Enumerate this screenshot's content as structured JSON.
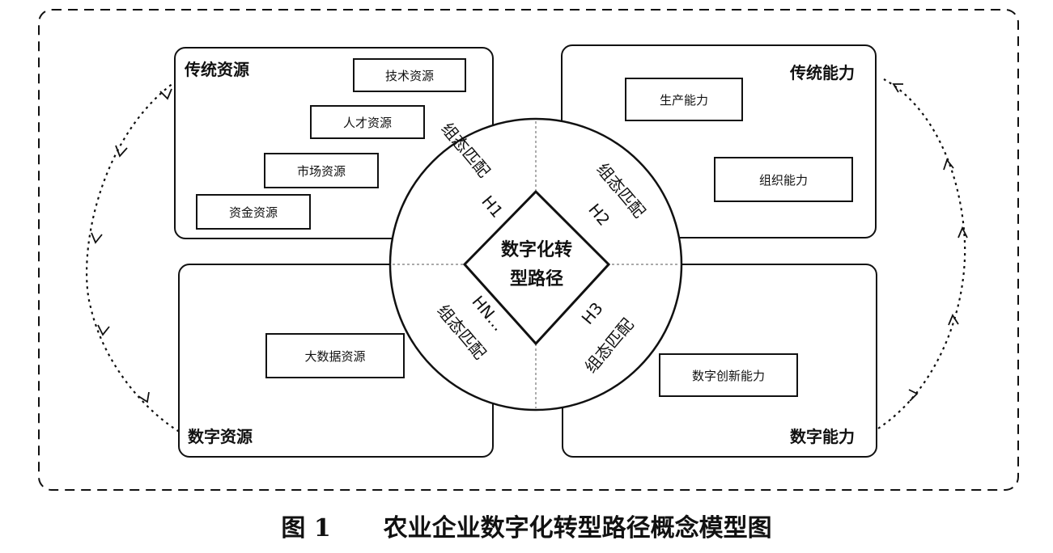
{
  "quadrants": {
    "traditional_resources": {
      "title": "传统资源",
      "items": [
        "技术资源",
        "人才资源",
        "市场资源",
        "资金资源"
      ]
    },
    "traditional_capabilities": {
      "title": "传统能力",
      "items": [
        "生产能力",
        "组织能力"
      ]
    },
    "digital_resources": {
      "title": "数字资源",
      "items": [
        "大数据资源"
      ]
    },
    "digital_capabilities": {
      "title": "数字能力",
      "items": [
        "数字创新能力"
      ]
    }
  },
  "circle": {
    "match_label": "组态匹配",
    "hypotheses": [
      "H1",
      "H2",
      "H3",
      "HN..."
    ]
  },
  "center": {
    "line1": "数字化转",
    "line2": "型路径"
  },
  "caption": {
    "figure_no": "图 1",
    "title": "农业企业数字化转型路径概念模型图"
  }
}
